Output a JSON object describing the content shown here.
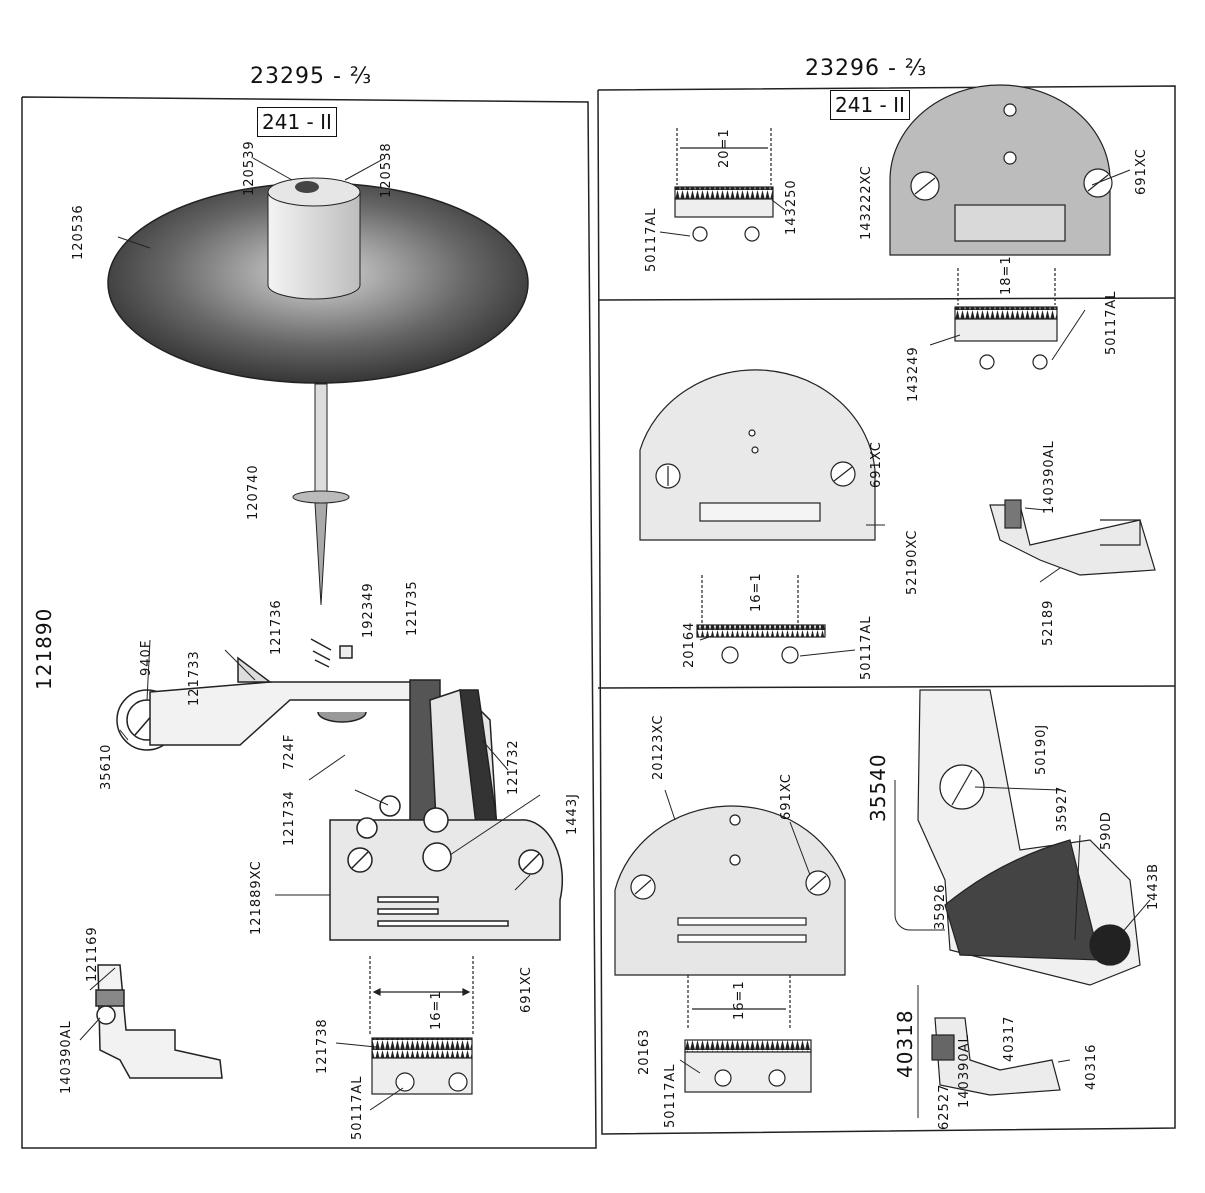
{
  "left_page": {
    "title": "23295 - ⅔",
    "box_label": "241 - II",
    "catalog_number": "121890",
    "parts": {
      "p120536": "120536",
      "p120539": "120539",
      "p120538": "120538",
      "p120740": "120740",
      "p121736": "121736",
      "p192349": "192349",
      "p121735": "121735",
      "p940F": "940F",
      "p121733": "121733",
      "p35610": "35610",
      "p724F": "724F",
      "p121734": "121734",
      "p121732": "121732",
      "p1443J": "1443J",
      "p121889XC": "121889XC",
      "p691XC": "691XC",
      "p121169": "121169",
      "p140390AL": "140390AL",
      "p121738": "121738",
      "p50117AL": "50117AL",
      "dim16": "16=1"
    }
  },
  "right_page": {
    "title": "23296 - ⅔",
    "box_label": "241 - II",
    "parts": {
      "p50117AL_a": "50117AL",
      "dim20": "20=1",
      "p143250": "143250",
      "p143222XC": "143222XC",
      "p691XC_a": "691XC",
      "dim18": "18=1",
      "p143249": "143249",
      "p50117AL_b": "50117AL",
      "p691XC_b": "691XC",
      "p52190XC": "52190XC",
      "p140390AL_a": "140390AL",
      "p52189": "52189",
      "dim16": "16=1",
      "p20164": "20164",
      "p50117AL_c": "50117AL",
      "p20123XC": "20123XC",
      "p691XC_c": "691XC",
      "p35540": "35540",
      "p50190J": "50190J",
      "p35927": "35927",
      "p590D": "590D",
      "p35926": "35926",
      "p1443B": "1443B",
      "dim16b": "16=1",
      "p20163": "20163",
      "p50117AL_d": "50117AL",
      "p40318": "40318",
      "p140390AL_b": "140390AL",
      "p40317": "40317",
      "p40316": "40316",
      "p62527": "62527"
    }
  }
}
